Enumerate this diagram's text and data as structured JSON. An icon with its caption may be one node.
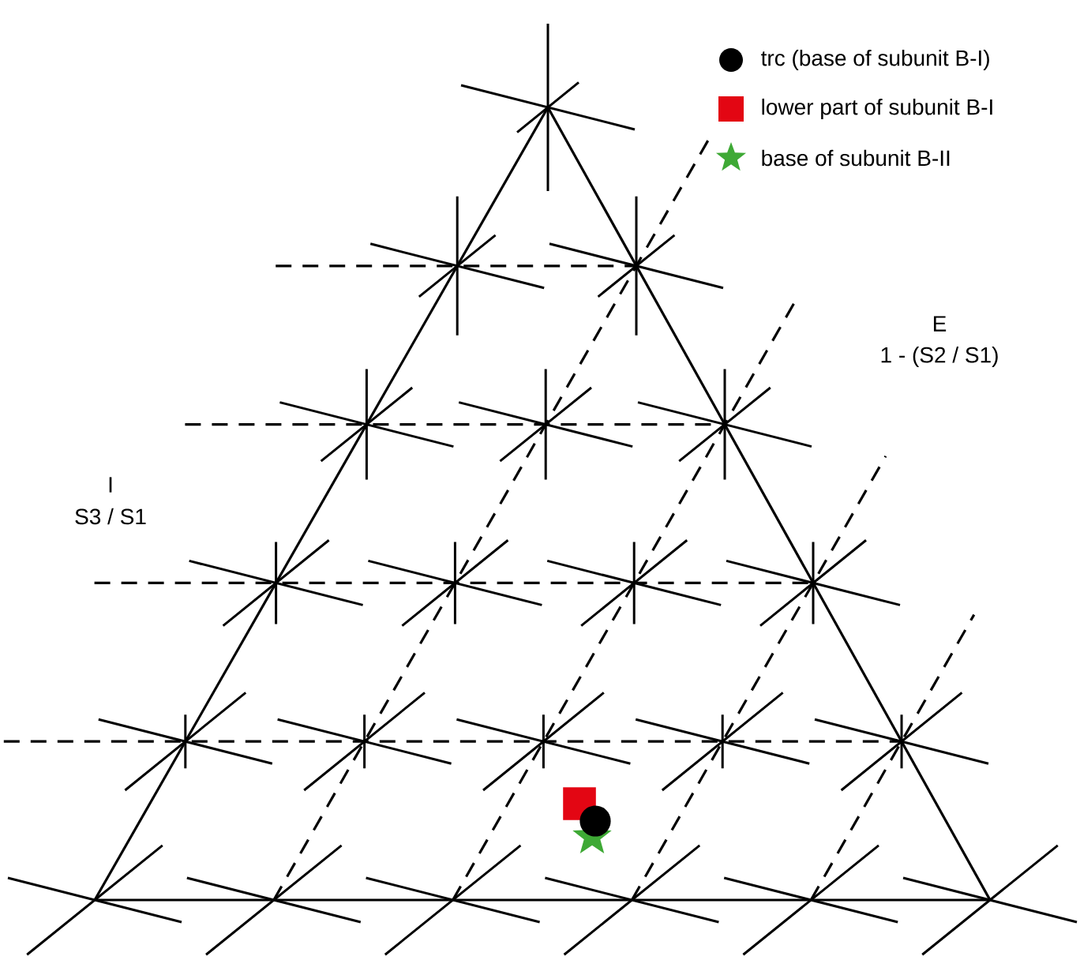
{
  "diagram": {
    "labels": [
      "I",
      "S3 / S1",
      "E",
      "1 - (S2 / S1)"
    ],
    "legend": [
      {
        "text": "trc (base of subunit B-I)",
        "color": "#000000"
      },
      {
        "text": "lower part of subunit B-I",
        "color": "#e30613"
      },
      {
        "text": "base of subunit B-II",
        "color": "#3ea935"
      }
    ]
  }
}
